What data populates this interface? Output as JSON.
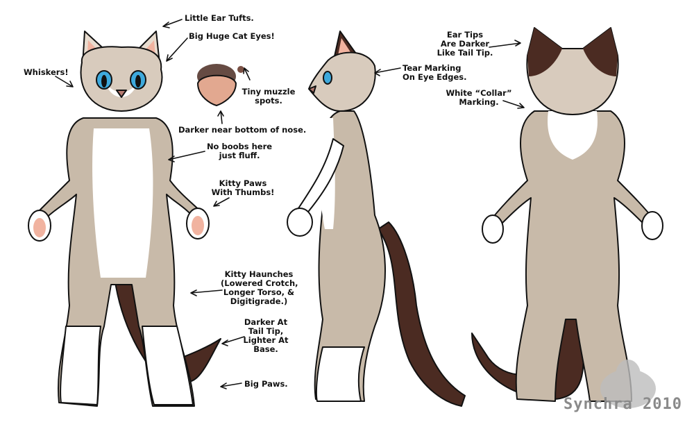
{
  "annotations": {
    "ear_tufts": [
      "Little Ear Tufts."
    ],
    "cat_eyes": [
      "Big Huge Cat Eyes!"
    ],
    "whiskers": [
      "Whiskers!"
    ],
    "muzzle_spots": [
      "Tiny muzzle",
      "spots."
    ],
    "nose": [
      "Darker near bottom of nose."
    ],
    "fluff": [
      "No boobs here",
      "just fluff."
    ],
    "paws_thumbs": [
      "Kitty Paws",
      "With Thumbs!"
    ],
    "haunches": [
      "Kitty Haunches",
      "(Lowered Crotch,",
      "Longer Torso, &",
      "Digitigrade.)"
    ],
    "tail": [
      "Darker At",
      "Tail Tip,",
      "Lighter At",
      "Base."
    ],
    "big_paws": [
      "Big Paws."
    ],
    "tear_marking": [
      "Tear Marking",
      "On Eye Edges."
    ],
    "ear_tips": [
      "Ear Tips",
      "Are Darker",
      "Like Tail Tip."
    ],
    "collar": [
      "White “Collar”",
      "Marking."
    ]
  },
  "signature": "Synchra 2010",
  "colors": {
    "fur_light": "#c8baa9",
    "fur_dark": "#4b2b22",
    "white": "#ffffff",
    "pink": "#f1b3a0",
    "eye": "#3ea9dc",
    "line": "#111111"
  }
}
